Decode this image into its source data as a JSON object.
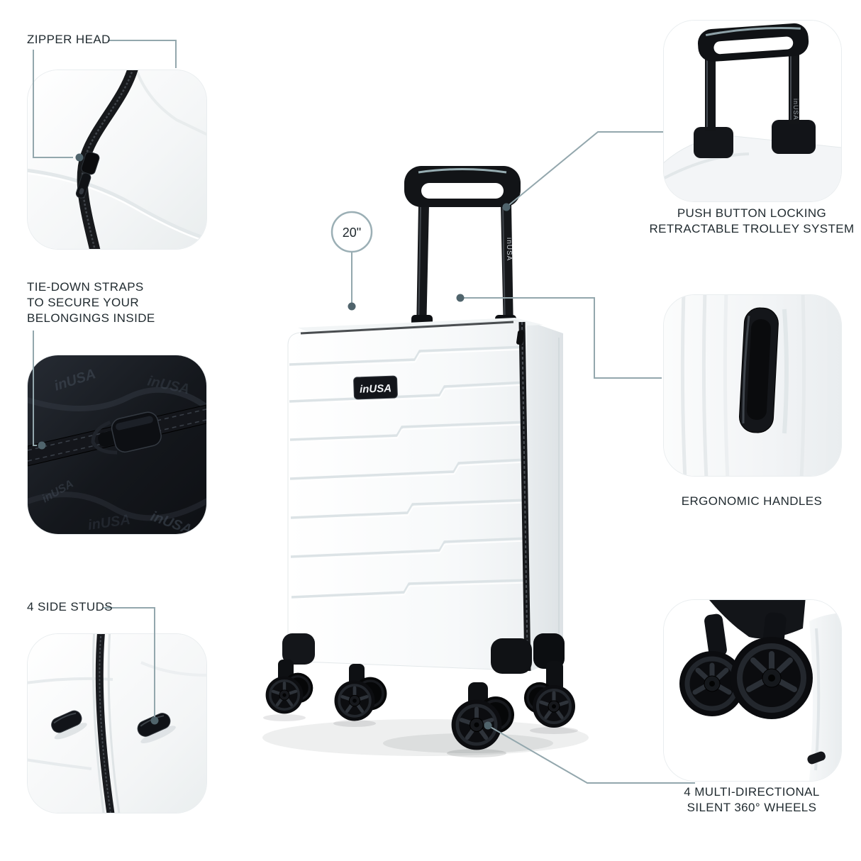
{
  "brand": {
    "name": "inUSA"
  },
  "size_badge": {
    "label": "20\""
  },
  "callouts": {
    "zipper": {
      "label": "ZIPPER HEAD"
    },
    "straps": {
      "lines": [
        "TIE-DOWN STRAPS",
        "TO SECURE YOUR",
        "BELONGINGS INSIDE"
      ]
    },
    "studs": {
      "label": "4 SIDE STUDS"
    },
    "trolley": {
      "lines": [
        "PUSH BUTTON LOCKING",
        "RETRACTABLE TROLLEY SYSTEM"
      ]
    },
    "handles": {
      "label": "ERGONOMIC HANDLES"
    },
    "wheels": {
      "lines": [
        "4 MULTI-DIRECTIONAL",
        "SILENT 360° WHEELS"
      ]
    }
  },
  "colors": {
    "leader_line": "#93a7ad",
    "connector_dot": "#50646c",
    "label_text": "#212b30",
    "shell_white": "#f4f6f7",
    "hardware_black": "#141519"
  }
}
